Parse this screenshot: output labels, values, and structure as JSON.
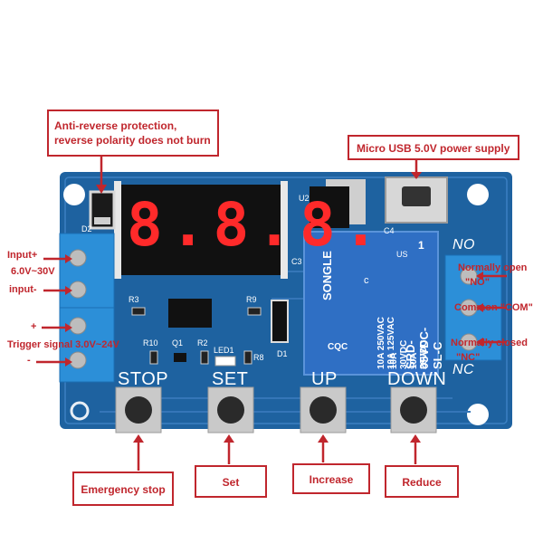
{
  "callouts": {
    "anti_reverse": [
      "Anti-reverse protection,",
      "reverse polarity does not burn"
    ],
    "usb": "Micro USB 5.0V power supply",
    "emergency_stop": "Emergency stop",
    "set": "Set",
    "increase": "Increase",
    "reduce": "Reduce"
  },
  "left_labels": {
    "input_plus": "Input+",
    "voltage_range": "6.0V~30V",
    "input_minus": "input-",
    "plus": "+",
    "trigger": "Trigger signal 3.0V~24V",
    "minus": "-"
  },
  "right_labels": {
    "normally_open": "Normally open",
    "no_q": "\"NO\"",
    "common": "Common \"COM\"",
    "normally_closed": "Normally closed",
    "nc_q": "\"NC\""
  },
  "board_silk": {
    "stop": "STOP",
    "set": "SET",
    "up": "UP",
    "down": "DOWN",
    "no": "NO",
    "nc": "NC",
    "led1": "LED1",
    "r3": "R3",
    "r9": "R9",
    "r10": "R10",
    "q1": "Q1",
    "r2": "R2",
    "r8": "R8",
    "d1": "D1",
    "d2": "D2",
    "c3": "C3",
    "c4": "C4",
    "u2": "U2"
  },
  "display": {
    "value": "8.8.8."
  },
  "relay": {
    "brand": "SONGLE",
    "model": "SRD-05VDC-SL-C",
    "rating_1": "10A 250VAC  10A 125VAC",
    "rating_2": "10A  30VDC  10A  28VDC",
    "number": "1",
    "cert": "CQC",
    "us": "US",
    "c": "c"
  },
  "colors": {
    "pcb": "#1e62a0",
    "callout": "#c0262d",
    "terminal": "#2c8fd8",
    "relay": "#2f6fc4"
  }
}
